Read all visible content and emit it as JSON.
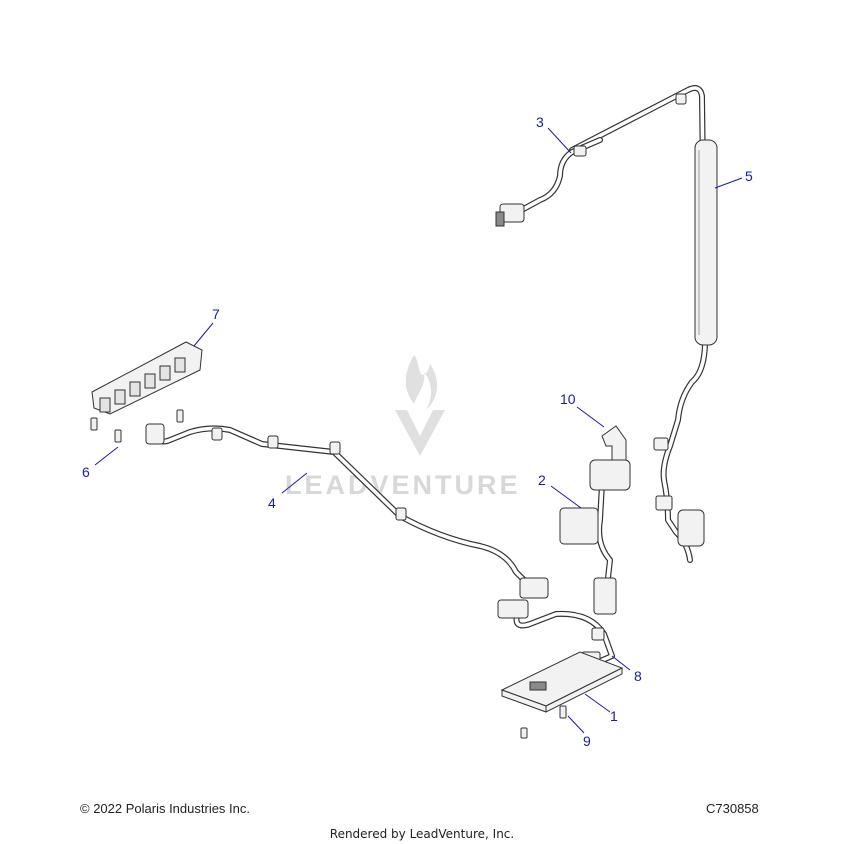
{
  "watermark": {
    "brand_text": "LEADVENTURE"
  },
  "callouts": [
    {
      "id": "1",
      "label": "1"
    },
    {
      "id": "2",
      "label": "2"
    },
    {
      "id": "3",
      "label": "3"
    },
    {
      "id": "4",
      "label": "4"
    },
    {
      "id": "5",
      "label": "5"
    },
    {
      "id": "6",
      "label": "6"
    },
    {
      "id": "7",
      "label": "7"
    },
    {
      "id": "8",
      "label": "8"
    },
    {
      "id": "9",
      "label": "9"
    },
    {
      "id": "10",
      "label": "10"
    }
  ],
  "footer": {
    "copyright": "© 2022 Polaris Industries Inc.",
    "diagram_code": "C730858",
    "rendered_by": "Rendered by LeadVenture, Inc."
  },
  "colors": {
    "callout": "#1a1aa6",
    "linework": "#333333",
    "watermark": "#d4d4d4"
  }
}
